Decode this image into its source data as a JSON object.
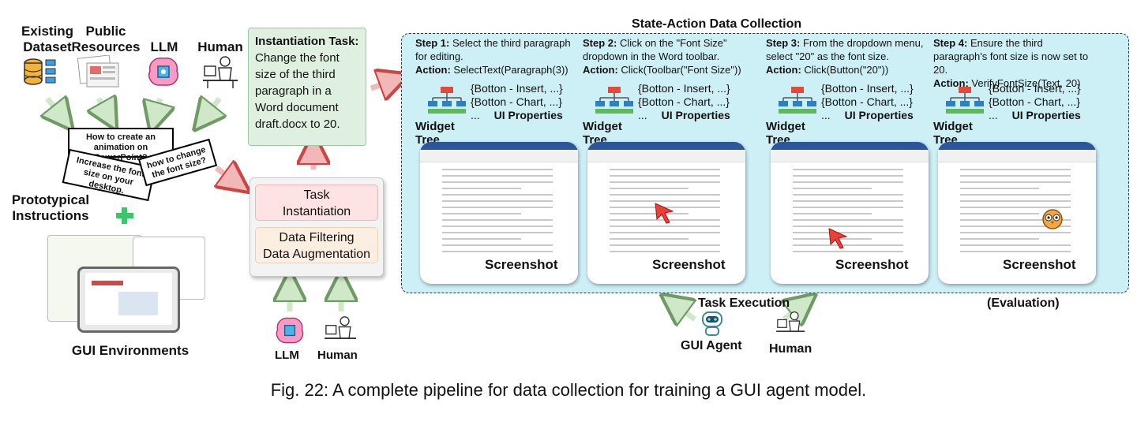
{
  "sources": {
    "existing_dataset": "Existing\nDataset",
    "public_resources": "Public\nResources",
    "llm": "LLM",
    "human": "Human"
  },
  "instruction_cards": {
    "card1": "How to create an animation on PowerPoint?",
    "card2": "Increase the font size on your desktop.",
    "card3": "how to change the font size?"
  },
  "prototypical_label": "Prototypical\nInstructions",
  "gui_env_label": "GUI Environments",
  "instantiation": {
    "title": "Instantiation Task:",
    "body": "Change the font size of the third paragraph in a Word document draft.docx to 20."
  },
  "process": {
    "task_instantiation": "Task\nInstantiation",
    "data_filtering": "Data Filtering\nData Augmentation"
  },
  "bottom_sources": {
    "llm": "LLM",
    "human": "Human"
  },
  "panel_title": "State-Action Data Collection",
  "steps": [
    {
      "label": "Step 1:",
      "text": "Select the third paragraph for editing.",
      "action_label": "Action:",
      "action": "SelectText(Paragraph(3))"
    },
    {
      "label": "Step 2:",
      "text": "Click on the \"Font Size\" dropdown in the Word toolbar.",
      "action_label": "Action:",
      "action": "Click(Toolbar(\"Font Size\"))"
    },
    {
      "label": "Step 3:",
      "text": "From the dropdown menu, select \"20\" as the font size.",
      "action_label": "Action:",
      "action": "Click(Button(\"20\"))"
    },
    {
      "label": "Step 4:",
      "text": "Ensure the third paragraph's font size is now set to 20.",
      "action_label": "Action:",
      "action": "VerifyFontSize(Text, 20)"
    }
  ],
  "ui_props": {
    "line1": "{Botton - Insert, ...}",
    "line2": "{Botton - Chart,  ...}",
    "line3": "...",
    "label": "UI Properties"
  },
  "widget_tree_label": "Widget Tree",
  "screenshot_label": "Screenshot",
  "task_execution_label": "Task Execution",
  "evaluation_label": "(Evaluation)",
  "gui_agent_label": "GUI Agent",
  "exec_human_label": "Human",
  "caption": "Fig. 22: A complete pipeline for data collection for training a GUI agent model.",
  "colors": {
    "arrow_green": "#cfe8c8",
    "arrow_green_stroke": "#6f9a66",
    "arrow_red": "#f2b8b8",
    "arrow_red_stroke": "#c44",
    "panel_fill": "#cdeff6",
    "inst_fill": "#dff0e0",
    "task_inst_fill": "#fde3e3",
    "filter_fill": "#fcefe2"
  }
}
